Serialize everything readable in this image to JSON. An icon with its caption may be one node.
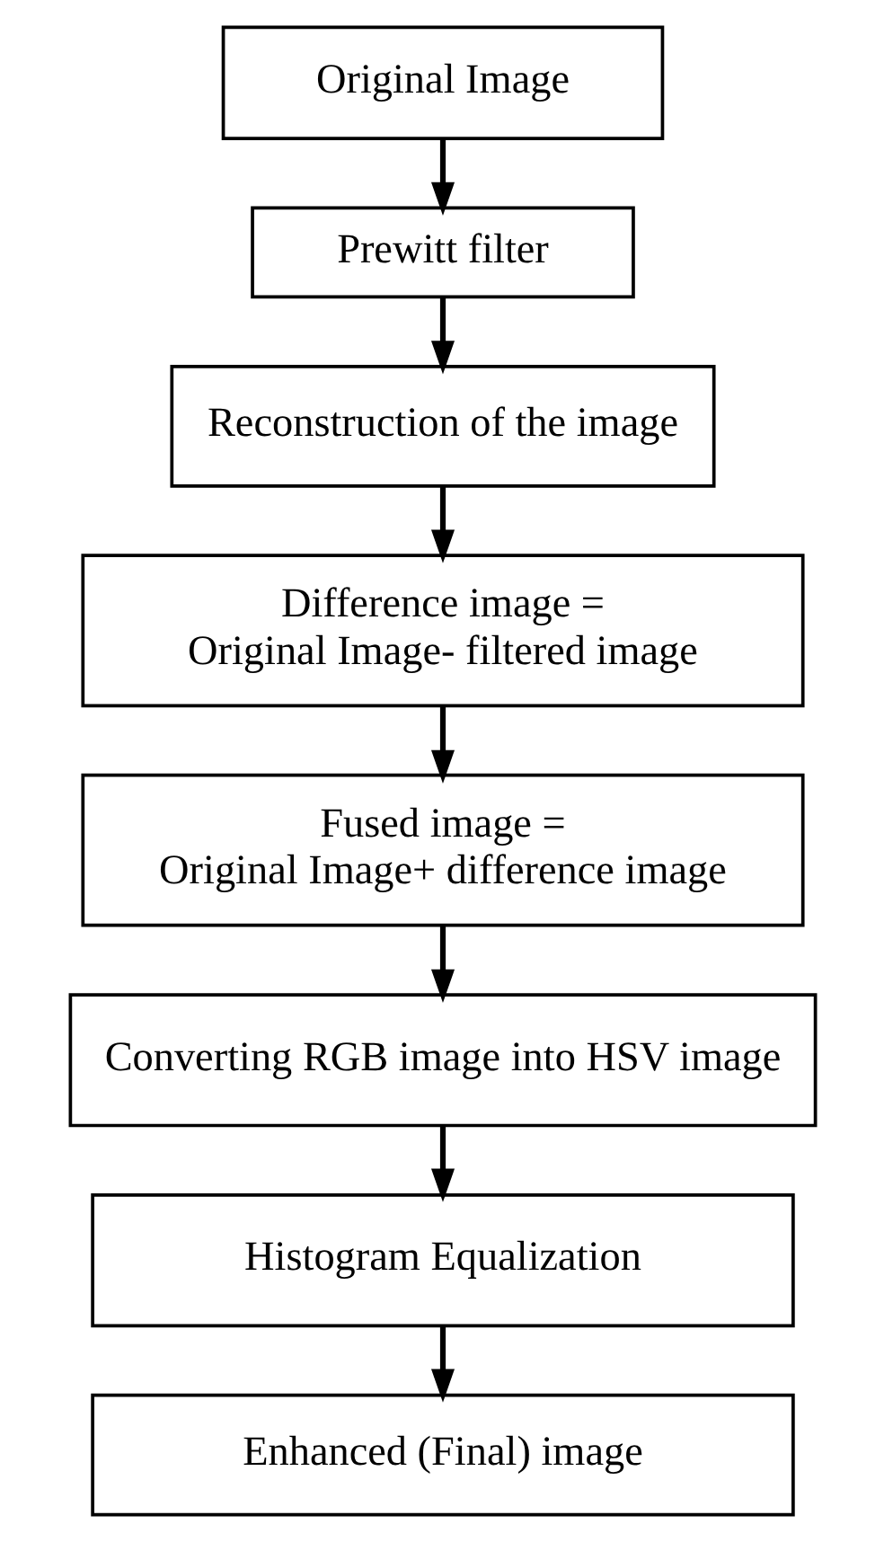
{
  "diagram": {
    "nodes": [
      {
        "text": [
          "Original Image"
        ]
      },
      {
        "text": [
          "Prewitt filter"
        ]
      },
      {
        "text": [
          "Reconstruction of the image"
        ]
      },
      {
        "text": [
          "Difference image = Original Image- filtered image"
        ]
      },
      {
        "text": [
          "Fused image = Original Image+ difference image"
        ]
      },
      {
        "text": [
          "Converting RGB image into HSV image"
        ]
      },
      {
        "text": [
          "Histogram Equalization"
        ]
      },
      {
        "text": [
          "Enhanced (Final) image"
        ]
      }
    ],
    "edges": [
      {
        "from": 0,
        "to": 1,
        "arrow": "to"
      },
      {
        "from": 1,
        "to": 2,
        "arrow": "to"
      },
      {
        "from": 2,
        "to": 3,
        "arrow": "to"
      },
      {
        "from": 3,
        "to": 4,
        "arrow": "to"
      },
      {
        "from": 4,
        "to": 5,
        "arrow": "to"
      },
      {
        "from": 5,
        "to": 6,
        "arrow": "to"
      },
      {
        "from": 6,
        "to": 7,
        "arrow": "to"
      }
    ]
  }
}
